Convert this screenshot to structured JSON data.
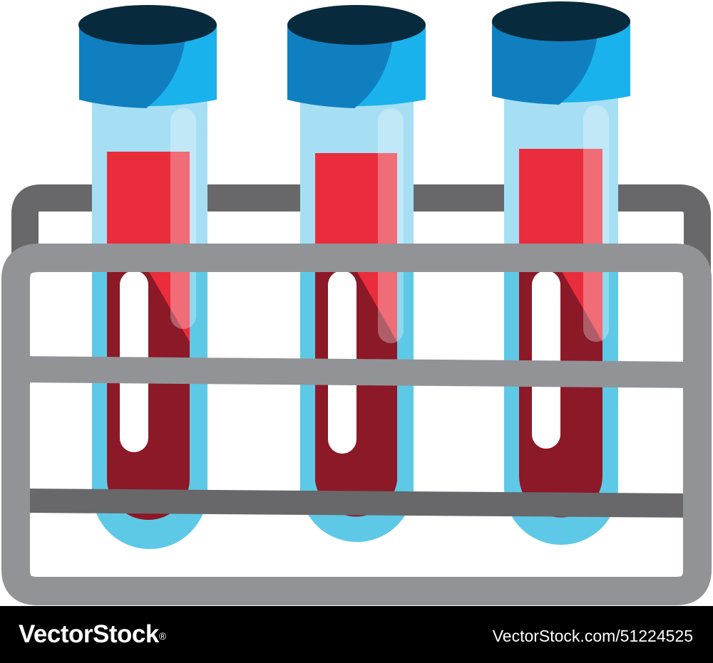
{
  "image": {
    "subject": "blood-test-tubes-in-rack",
    "icon_names": [
      "test-tube-rack-icon",
      "test-tube-icon",
      "tube-cap-icon"
    ],
    "tube_count": 3,
    "colors": {
      "cap_dark": "#107fc0",
      "cap_light": "#1ab2ec",
      "cap_top": "#072a3d",
      "glass": "#a6dff4",
      "glass_outline": "#5ec9e6",
      "blood": "#ea2d3c",
      "blood_dark": "#8c1927",
      "highlight": "#ffffff",
      "rack_front": "#929397",
      "rack_back": "#68686b",
      "footer_bg": "#000000",
      "footer_text": "#ffffff"
    }
  },
  "footer": {
    "logo": "VectorStock",
    "registered_mark": "®",
    "image_id": "VectorStock.com/51224525"
  }
}
